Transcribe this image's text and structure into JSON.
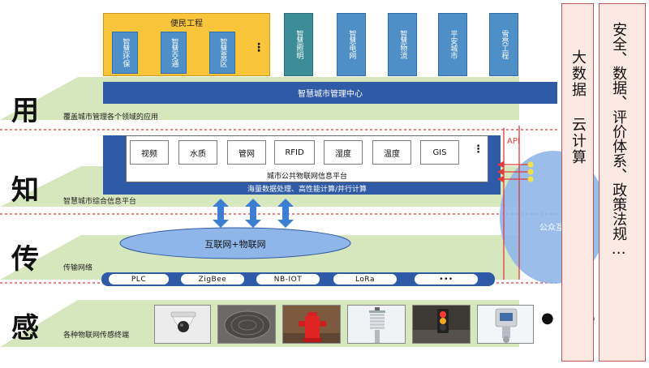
{
  "layers": {
    "app": {
      "big": "用",
      "caption": "覆盖城市管理各个领域的应用"
    },
    "know": {
      "big": "知",
      "caption": "智慧城市综合信息平台"
    },
    "trans": {
      "big": "传",
      "caption": "传输网络"
    },
    "sense": {
      "big": "感",
      "caption": "各种物联网传感终端"
    }
  },
  "convenience": {
    "title": "便民工程",
    "items": [
      "智慧环保",
      "智慧交通",
      "智慧景区"
    ],
    "more": "⋮"
  },
  "apps": [
    "智慧照明",
    "智慧电网",
    "智慧物流",
    "平安城市",
    "雪亮工程"
  ],
  "mgmt_center": "智慧城市管理中心",
  "platform": {
    "items": [
      "视频",
      "水质",
      "管网",
      "RFID",
      "湿度",
      "温度",
      "GIS"
    ],
    "more": "⋮",
    "title": "城市公共物联网信息平台",
    "subtitle": "海量数据处理、高性能计算/并行计算"
  },
  "api_label": "API",
  "internet_iot": "互联网+物联网",
  "public_internet": "公众互联网",
  "protocols": [
    "PLC",
    "ZigBee",
    "NB-IOT",
    "LoRa",
    "•••"
  ],
  "devices_more": "● ● ●",
  "devices": [
    "dome-camera-image",
    "manhole-cover-image",
    "fire-hydrant-image",
    "weather-station-image",
    "traffic-light-image",
    "gas-detector-image"
  ],
  "right_col_1": "大数据 云计算",
  "right_col_2": "安全、数据、评价体系、政策法规…",
  "colors": {
    "layer_green": "#d7e7bd",
    "accent_blue": "#2f5aa6",
    "app_blue": "#4f8fc7",
    "conv_yellow": "#fbc53b",
    "teal": "#3b8c96",
    "ellipse_blue": "#8fb6e8",
    "red_dashed": "#e23b3b",
    "right_panel": "#fbe9e2"
  }
}
